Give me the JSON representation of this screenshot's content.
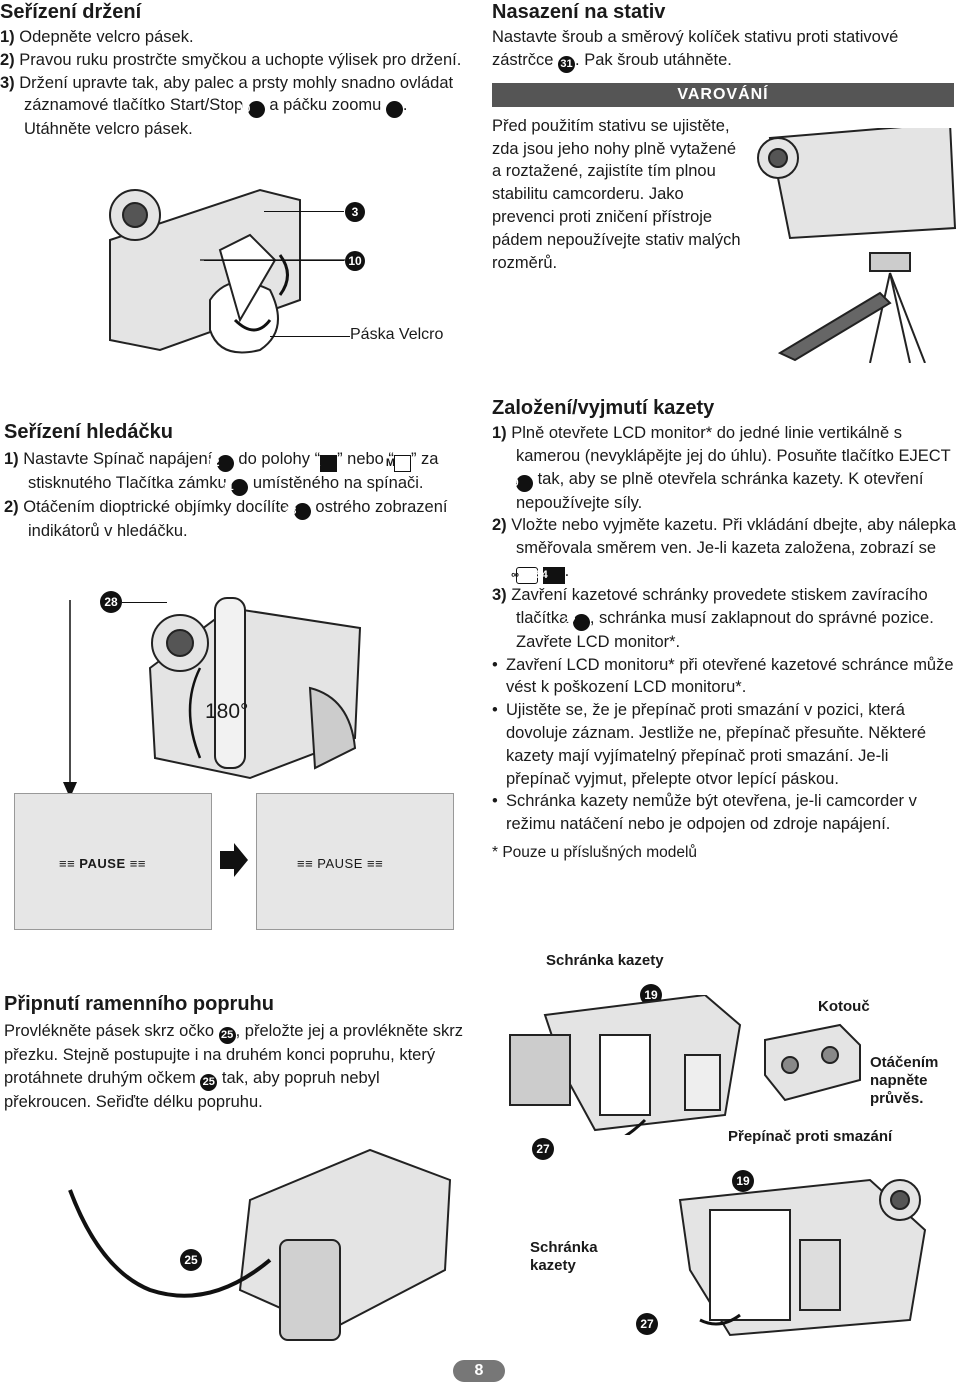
{
  "grip": {
    "title": "Seřízení držení",
    "steps": [
      {
        "num": "1)",
        "text": "Odepněte velcro pásek."
      },
      {
        "num": "2)",
        "text": "Pravou ruku prostrčte smyčkou a uchopte výlisek pro držení."
      },
      {
        "num": "3)",
        "text_a": "Držení upravte tak, aby palec a prsty mohly snadno ovládat záznamové tlačítko Start/Stop",
        "ref_a": "10",
        "text_b": "a páčku zoomu",
        "ref_b": "3",
        "text_c": ". Utáhněte velcro pásek."
      }
    ],
    "fig_refs": [
      "3",
      "10"
    ],
    "fig_caption": "Páska Velcro"
  },
  "tripod": {
    "title": "Nasazení na stativ",
    "text_a": "Nastavte šroub a směrový kolíček stativu proti stativové zástrčce",
    "ref": "31",
    "text_b": ". Pak šroub utáhněte.",
    "warning_label": "VAROVÁNÍ",
    "warning_text": "Před použitím stativu se ujistěte, zda jsou jeho nohy plně vytažené a roztažené, zajistíte tím plnou stabilitu camcorderu. Jako prevenci proti zničení přístroje pádem nepoužívejte stativ malých rozměrů."
  },
  "viewfinder": {
    "title": "Seřízení hledáčku",
    "step1_num": "1)",
    "step1_a": "Nastavte Spínač napájení",
    "step1_ref": "12",
    "step1_b": "do polohy “",
    "step1_box_a": "A",
    "step1_c": "” nebo “",
    "step1_box_m": "M",
    "step1_d": "” za stisknutého Tlačítka zámku",
    "step1_ref2": "11",
    "step1_e": "umístěného na spínači.",
    "step2_num": "2)",
    "step2_a": "Otáčením dioptrické objímky docílíte",
    "step2_ref": "28",
    "step2_b": "ostrého zobrazení indikátorů v hledáčku.",
    "fig_ref": "28",
    "angle": "180°",
    "pause_label": "PAUSE"
  },
  "strap": {
    "title": "Připnutí ramenního popruhu",
    "text_a": "Provlékněte pásek skrz očko",
    "ref": "25",
    "text_b": ", přeložte jej a provlékněte skrz přezku. Stejně postupujte i na druhém konci popruhu, který protáhnete druhým očkem",
    "text_c": "tak, aby popruh nebyl překroucen. Seřiďte délku popruhu.",
    "fig_ref": "25"
  },
  "cassette": {
    "title": "Založení/vyjmutí kazety",
    "s1_num": "1)",
    "s1_a": "Plně otevřete LCD monitor* do jedné linie vertikálně s kamerou (nevyklápějte jej do úhlu). Posuňte tlačítko EJECT",
    "s1_ref": "19",
    "s1_b": "tak, aby se plně otevřela schránka kazety. K otevření nepoužívejte síly.",
    "s2_num": "2)",
    "s2_a": "Vložte nebo vyjměte kazetu. Při vkládání dbejte, aby nálepka směřovala směrem ven. Je-li kazeta založena, zobrazí se",
    "s2_page": "54",
    "s3_num": "3)",
    "s3_a": "Zavření kazetové schránky provedete stiskem zavíracího tlačítka",
    "s3_ref": "27",
    "s3_b": ", schránka musí zaklapnout do správné pozice. Zavřete LCD monitor*.",
    "bullets": [
      "Zavření LCD monitoru* při otevřené kazetové schránce může vést k poškození LCD monitoru*.",
      "Ujistěte se, že je přepínač proti smazání v pozici, která dovoluje záznam. Jestliže ne, přepínač přesuňte. Některé kazety mají vyjímatelný přepínač proti smazání. Je-li přepínač vyjmut, přelepte otvor lepící páskou.",
      "Schránka kazety nemůže být otevřena, je-li camcorder v režimu natáčení nebo je odpojen od zdroje napájení."
    ],
    "footnote": "* Pouze u příslušných modelů",
    "lbl_holder": "Schránka kazety",
    "lbl_reel": "Kotouč",
    "lbl_tighten": "Otáčením napněte průvěs.",
    "lbl_switch": "Přepínač proti smazání",
    "lbl_holder2": "Schránka kazety",
    "fig_ref_19": "19",
    "fig_ref_27": "27"
  },
  "page_number": "8"
}
